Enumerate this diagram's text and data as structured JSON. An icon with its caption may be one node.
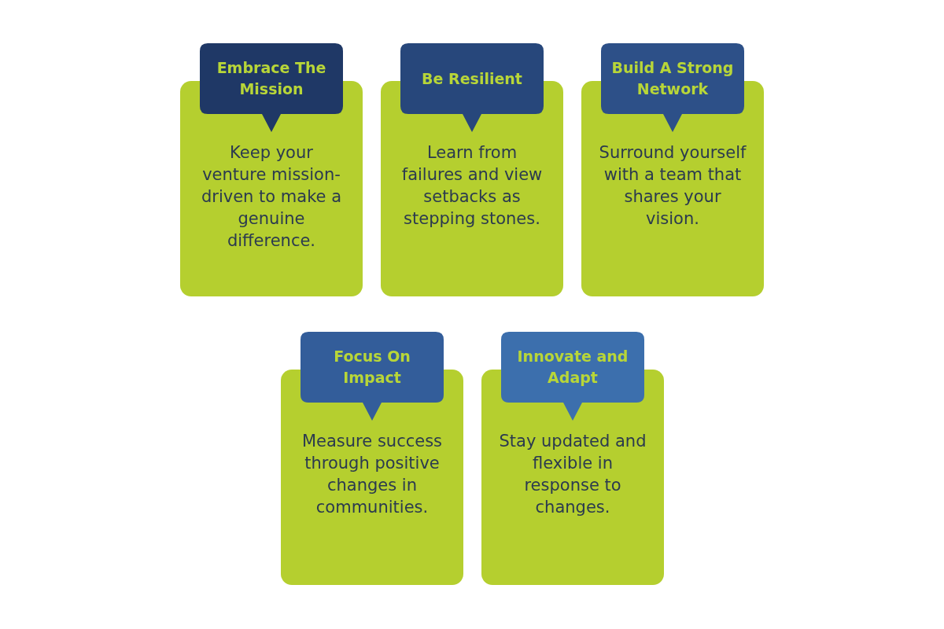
{
  "diagram": {
    "nodes": [
      {
        "text": [
          "Embrace The Mission"
        ]
      },
      {
        "text": [
          "Keep your venture mission-driven to make a genuine difference."
        ]
      },
      {
        "text": [
          "Be Resilient"
        ]
      },
      {
        "text": [
          "Learn from failures and view setbacks as stepping stones."
        ]
      },
      {
        "text": [
          "Build A Strong Network"
        ]
      },
      {
        "text": [
          "Surround yourself with a team that shares your vision."
        ]
      },
      {
        "text": [
          "Focus On Impact"
        ]
      },
      {
        "text": [
          "Measure success through positive changes in communities."
        ]
      },
      {
        "text": [
          "Innovate and Adapt"
        ]
      },
      {
        "text": [
          "Stay updated and flexible in response to changes."
        ]
      }
    ]
  }
}
